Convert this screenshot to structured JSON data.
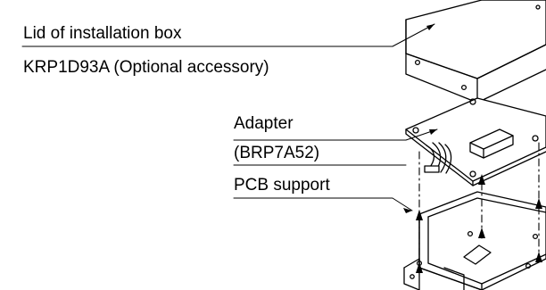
{
  "labels": {
    "lid": "Lid of installation box",
    "lid_part": "KRP1D93A (Optional accessory)",
    "adapter": "Adapter",
    "adapter_part": "(BRP7A52)",
    "pcb_support": "PCB support"
  },
  "colors": {
    "line": "#000000",
    "background": "#ffffff"
  }
}
